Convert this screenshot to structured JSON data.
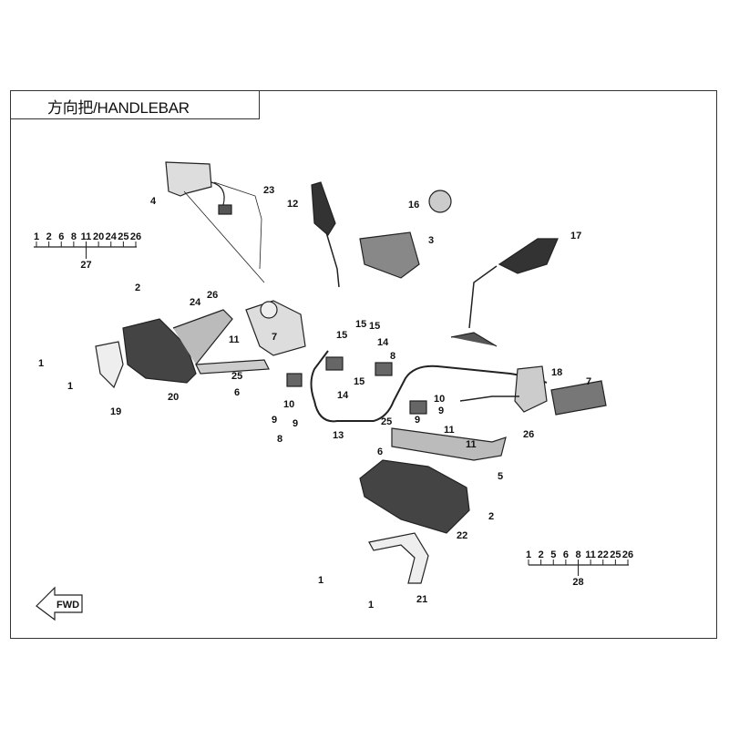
{
  "title": "方向把/HANDLEBAR",
  "callouts": [
    "4",
    "23",
    "12",
    "16",
    "3",
    "17",
    "2",
    "24",
    "26",
    "11",
    "1",
    "1",
    "20",
    "19",
    "25",
    "6",
    "7",
    "10",
    "9",
    "9",
    "8",
    "15",
    "15",
    "15",
    "14",
    "8",
    "14",
    "15",
    "13",
    "10",
    "9",
    "9",
    "25",
    "11",
    "6",
    "18",
    "7",
    "26",
    "11",
    "5",
    "2",
    "22",
    "1",
    "21",
    "1"
  ],
  "groups": [
    {
      "parts": [
        "1",
        "2",
        "6",
        "8",
        "11",
        "20",
        "24",
        "25",
        "26"
      ],
      "assembly": "27"
    },
    {
      "parts": [
        "1",
        "2",
        "5",
        "6",
        "8",
        "11",
        "22",
        "25",
        "26"
      ],
      "assembly": "28"
    }
  ],
  "fwd_label": "FWD"
}
